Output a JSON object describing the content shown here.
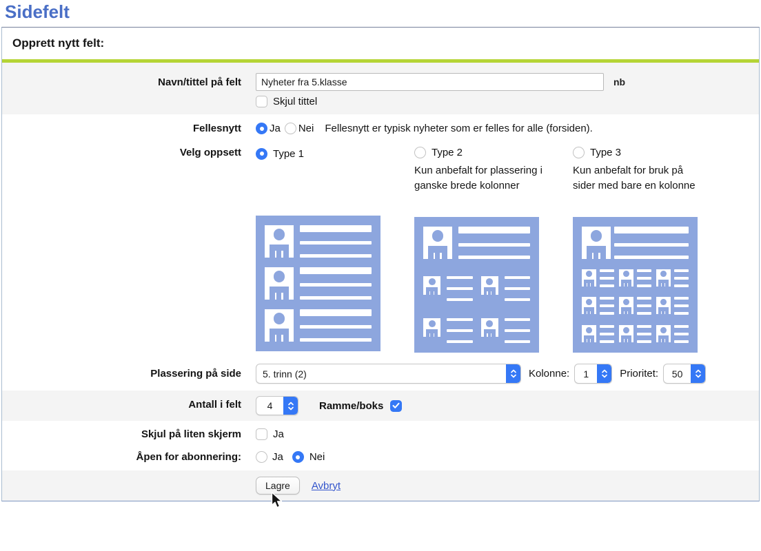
{
  "page_title": "Sidefelt",
  "panel": {
    "header": "Opprett nytt felt:"
  },
  "colors": {
    "accent": "#3578f6",
    "thumbnail_blue": "#8da6de",
    "separator_green": "#b5d435",
    "title_blue": "#4a6fc6",
    "link_blue": "#3355cc",
    "row_gray": "#f4f4f4"
  },
  "rows": {
    "name": {
      "label": "Navn/tittel på felt",
      "input_value": "Nyheter fra 5.klasse",
      "lang_tag": "nb",
      "hide_title_label": "Skjul tittel",
      "hide_title_checked": false
    },
    "fellesnytt": {
      "label": "Fellesnytt",
      "ja": "Ja",
      "nei": "Nei",
      "selected": "Ja",
      "help": "Fellesnytt er typisk nyheter som er felles for alle (forsiden)."
    },
    "layout": {
      "label": "Velg oppsett",
      "selected": "Type 1",
      "options": [
        {
          "title": "Type 1",
          "desc": ""
        },
        {
          "title": "Type 2",
          "desc": "Kun anbefalt for plassering i ganske brede kolonner"
        },
        {
          "title": "Type 3",
          "desc": "Kun anbefalt for bruk på sider med bare en kolonne"
        }
      ]
    },
    "placement": {
      "label": "Plassering på side",
      "page_value": "5. trinn (2)",
      "kolonne_label": "Kolonne:",
      "kolonne_value": "1",
      "prioritet_label": "Prioritet:",
      "prioritet_value": "50"
    },
    "count": {
      "label": "Antall i felt",
      "value": "4",
      "frame_label": "Ramme/boks",
      "frame_checked": true
    },
    "hide_small": {
      "label": "Skjul på liten skjerm",
      "ja": "Ja",
      "checked": false
    },
    "subscribe": {
      "label": "Åpen for abonnering:",
      "ja": "Ja",
      "nei": "Nei",
      "selected": "Nei"
    },
    "actions": {
      "save": "Lagre",
      "cancel": "Avbryt"
    }
  },
  "layout_thumbnails": [
    {
      "name": "type-1",
      "rows": [
        [
          "lg"
        ],
        [
          "lg"
        ],
        [
          "lg"
        ]
      ]
    },
    {
      "name": "type-2",
      "rows": [
        [
          "lg"
        ],
        [
          "sm",
          "sm"
        ],
        [
          "sm",
          "sm"
        ]
      ]
    },
    {
      "name": "type-3",
      "rows": [
        [
          "lg"
        ],
        [
          "sm",
          "sm",
          "sm"
        ],
        [
          "sm",
          "sm",
          "sm"
        ],
        [
          "sm",
          "sm",
          "sm"
        ]
      ]
    }
  ]
}
